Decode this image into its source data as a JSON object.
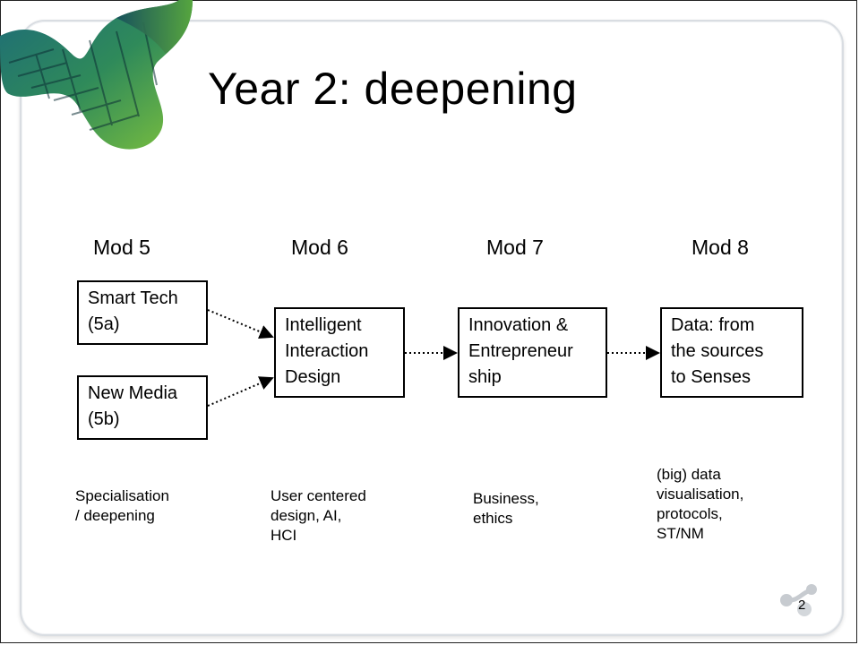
{
  "slide": {
    "title": "Year 2: deepening",
    "page_number": "2"
  },
  "modules": [
    {
      "header": "Mod 5"
    },
    {
      "header": "Mod 6"
    },
    {
      "header": "Mod 7"
    },
    {
      "header": "Mod 8"
    }
  ],
  "boxes": {
    "smart_tech": [
      "Smart Tech",
      "(5a)"
    ],
    "new_media": [
      "New Media",
      "(5b)"
    ],
    "mod6": [
      "Intelligent",
      "Interaction",
      "Design"
    ],
    "mod7": [
      "Innovation &",
      "Entrepreneur",
      "ship"
    ],
    "mod8": [
      "Data: from",
      "the sources",
      "to Senses"
    ]
  },
  "descriptions": {
    "mod5": [
      "Specialisation",
      "/ deepening"
    ],
    "mod6": [
      "User centered",
      "design, AI,",
      "HCI"
    ],
    "mod7": [
      "Business,",
      "ethics"
    ],
    "mod8": [
      "(big) data",
      "visualisation,",
      "protocols,",
      "ST/NM"
    ]
  }
}
